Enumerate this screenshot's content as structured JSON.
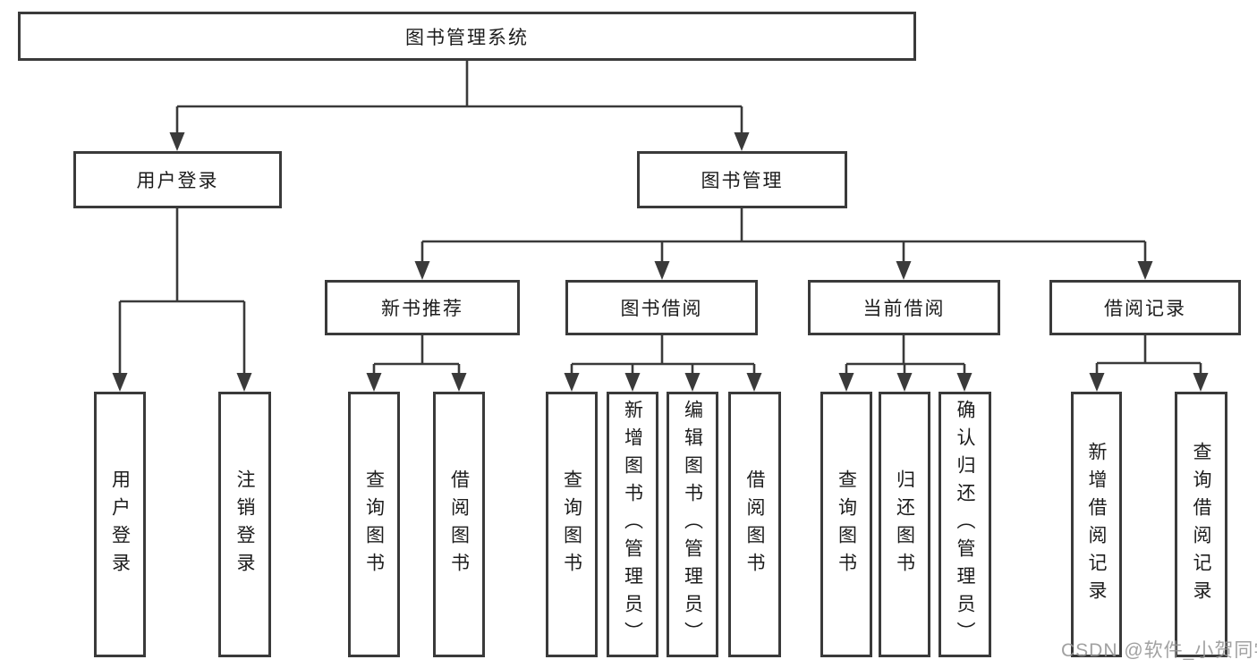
{
  "diagram": {
    "tree": {
      "label": "图书管理系统",
      "children": [
        {
          "label": "用户登录",
          "children": [
            {
              "label": "用户登录"
            },
            {
              "label": "注销登录"
            }
          ]
        },
        {
          "label": "图书管理",
          "children": [
            {
              "label": "新书推荐",
              "children": [
                {
                  "label": "查询图书"
                },
                {
                  "label": "借阅图书"
                }
              ]
            },
            {
              "label": "图书借阅",
              "children": [
                {
                  "label": "查询图书"
                },
                {
                  "label": "新增图书（管理员）"
                },
                {
                  "label": "编辑图书（管理员）"
                },
                {
                  "label": "借阅图书"
                }
              ]
            },
            {
              "label": "当前借阅",
              "children": [
                {
                  "label": "查询图书"
                },
                {
                  "label": "归还图书"
                },
                {
                  "label": "确认归还（管理员）"
                }
              ]
            },
            {
              "label": "借阅记录",
              "children": [
                {
                  "label": "新增借阅记录"
                },
                {
                  "label": "查询借阅记录"
                }
              ]
            }
          ]
        }
      ]
    },
    "colors": {
      "line": "#3a3a3a",
      "text": "#1c1c1c",
      "watermark": "#949494"
    },
    "watermark": {
      "text": "CSDN @软件_小贺同学"
    }
  }
}
